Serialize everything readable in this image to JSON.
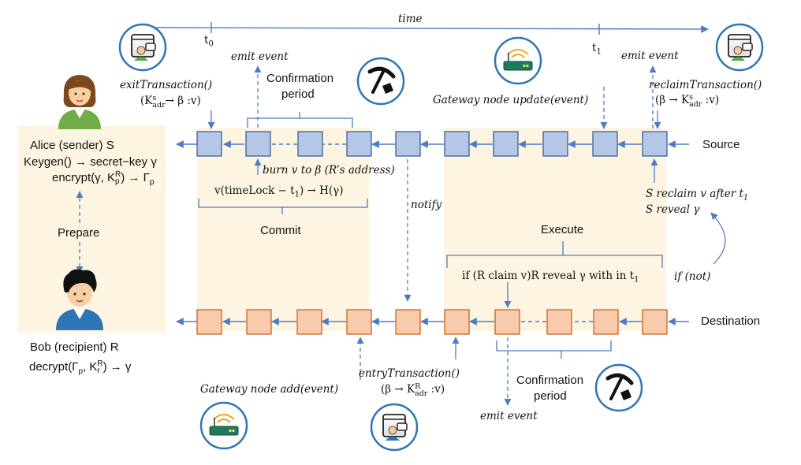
{
  "timeline": {
    "label": "time",
    "t0": "t",
    "t0_sub": "0",
    "t1": "t",
    "t1_sub": "1"
  },
  "alice": {
    "title": "Alice (sender) S",
    "keygen": "Keygen() → secret−key γ",
    "encrypt": "encrypt(γ, K",
    "encrypt_sup": "R",
    "encrypt_sub": "p",
    "encrypt_tail": ") → Γ",
    "encrypt_tail_sub": "p"
  },
  "prepare_label": "Prepare",
  "bob": {
    "title": "Bob (recipient) R",
    "decrypt": "decrypt(Γ",
    "decrypt_sub": "p",
    "decrypt_mid": ", K",
    "decrypt_sup": "R",
    "decrypt_sub2": "r",
    "decrypt_tail": ") → γ"
  },
  "exit_tx": {
    "name": "exitTransaction()",
    "k": "(K",
    "k_sup": "s",
    "k_sub": "adr",
    "k_tail": "→ β :v)"
  },
  "reclaim_tx": {
    "name": "reclaimTransaction()",
    "k": "(β → K",
    "k_sup": "s",
    "k_sub": "adr",
    "k_tail": " :v)"
  },
  "entry_tx": {
    "name": "entryTransaction()",
    "k": "(β → K",
    "k_sup": "R",
    "k_sub": "adr",
    "k_tail": " :v)"
  },
  "emit_event": "emit event",
  "confirmation": {
    "line1": "Confirmation",
    "line2": "period"
  },
  "gateway_update": "Gateway node update(event)",
  "gateway_add": "Gateway node add(event)",
  "source_label": "Source",
  "destination_label": "Destination",
  "burn_text": "burn v to β (R’s address)",
  "timelock": {
    "pre": "v(timeLock − t",
    "sub": "1",
    "post": ") → H(γ)"
  },
  "commit_label": "Commit",
  "execute_label": "Execute",
  "notify_label": "notify",
  "reclaim_note": {
    "line1": "S reclaim v after t",
    "line1_sub": "1",
    "line2": "S reveal γ"
  },
  "claim_text": {
    "pre": "if (R claim v)R  reveal γ with in t",
    "sub": "1"
  },
  "if_not": "if (not)",
  "colors": {
    "arrow": "#4f7bc4",
    "block_blue_fill": "#b4c7e7",
    "block_blue_stroke": "#2f5597",
    "block_orange_fill": "#f8cbad",
    "block_orange_stroke": "#c55a11",
    "panel": "#fdf5e2",
    "circle": "#2e75b6"
  },
  "icons": [
    "wallet-user-icon",
    "router-icon",
    "miner-pickaxe-icon",
    "person-female-icon",
    "person-male-icon"
  ]
}
